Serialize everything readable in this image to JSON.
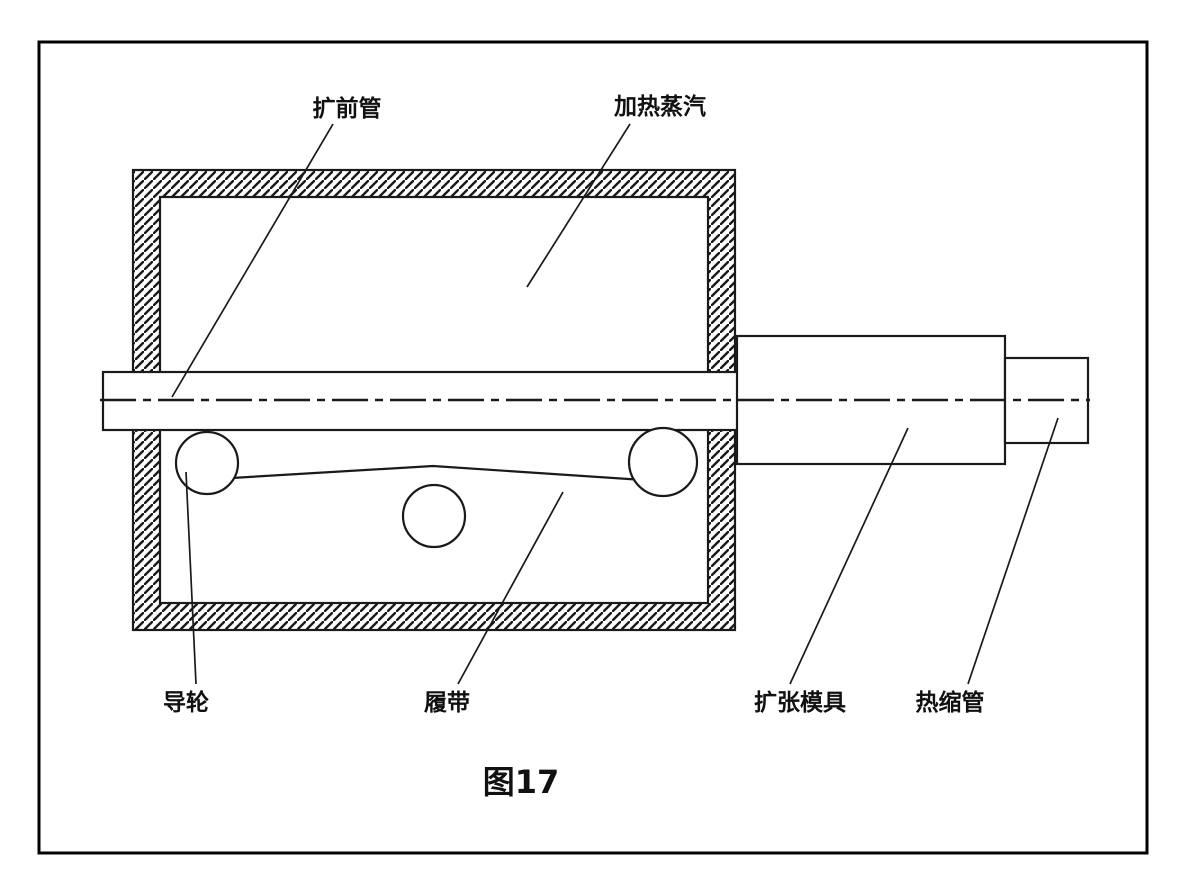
{
  "figure": {
    "caption": "图17",
    "labels": {
      "pre_expansion_tube": "扩前管",
      "heating_steam": "加热蒸汽",
      "guide_wheel": "导轮",
      "track_belt": "履带",
      "expansion_die": "扩张模具",
      "heat_shrink_tube": "热缩管"
    },
    "colors": {
      "line": "#1a1a1a",
      "background": "#ffffff"
    }
  }
}
